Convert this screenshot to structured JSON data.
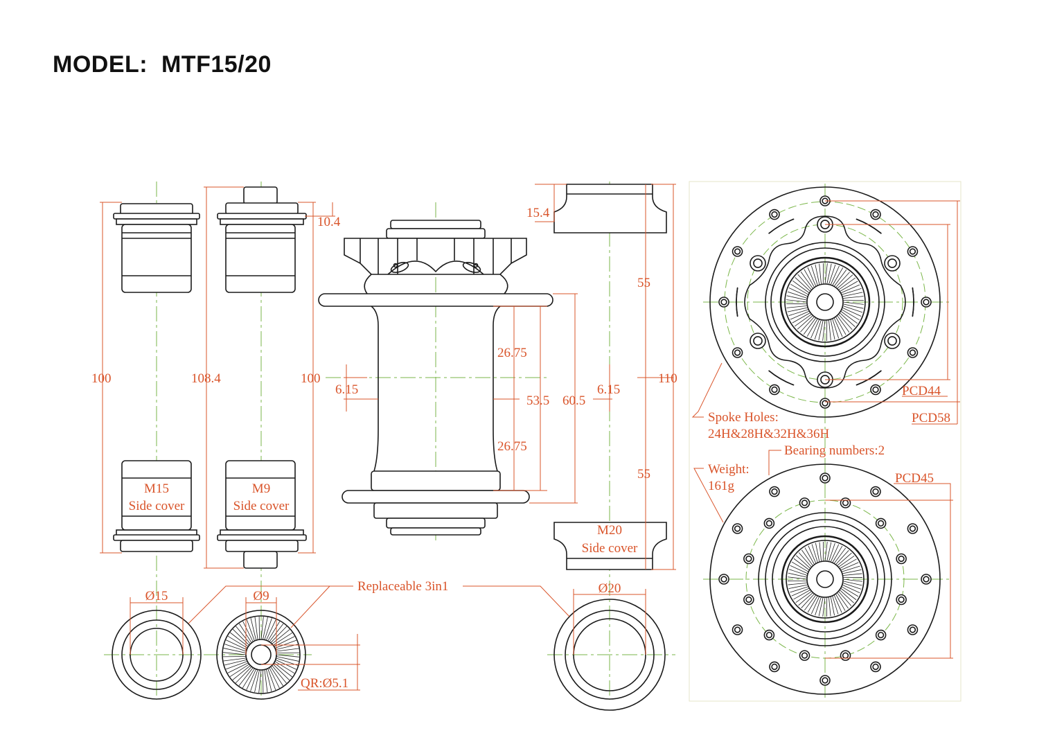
{
  "title": "MODEL:  MTF15/20",
  "labels": {
    "d_15_4": "15.4",
    "d_10_4": "10.4",
    "d_55_top": "55",
    "d_55_bot": "55",
    "d_110": "110",
    "d_100_left": "100",
    "d_108_4": "108.4",
    "d_100_mid": "100",
    "d_6_15_left": "6.15",
    "d_6_15_right": "6.15",
    "d_26_75_top": "26.75",
    "d_26_75_bot": "26.75",
    "d_53_5": "53.5",
    "d_60_5": "60.5",
    "m15_l1": "M15",
    "m15_l2": "Side cover",
    "m9_l1": "M9",
    "m9_l2": "Side cover",
    "m20_l1": "M20",
    "m20_l2": "Side cover",
    "dia15": "Ø15",
    "dia9": "Ø9",
    "dia20": "Ø20",
    "qr": "QR:Ø5.1",
    "replaceable": "Replaceable 3in1",
    "spoke_l1": "Spoke Holes:",
    "spoke_l2": "24H&28H&32H&36H",
    "pcd44": "PCD44",
    "pcd58": "PCD58",
    "bearing": "Bearing numbers:2",
    "weight_l1": "Weight:",
    "weight_l2": "161g",
    "pcd45": "PCD45"
  },
  "colors": {
    "outline": "#1a1a1a",
    "dimension": "#d9542a",
    "centerline": "#7ab648"
  }
}
